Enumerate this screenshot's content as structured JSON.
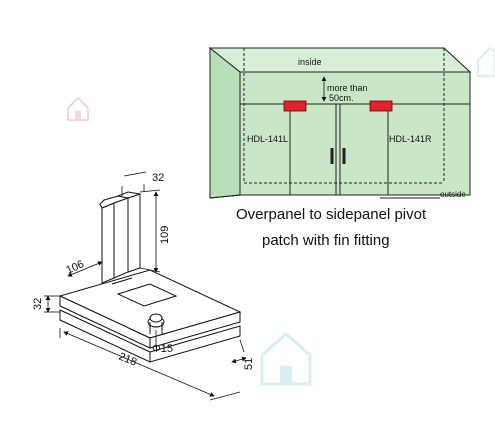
{
  "enclosure": {
    "label_inside": "inside",
    "label_outside": "outside",
    "label_clearance_line1": "more than",
    "label_clearance_line2": "50cm.",
    "label_left_fitting": "HDL-141L",
    "label_right_fitting": "HDL-141R",
    "glass_color": "#c9e7c7",
    "fitting_color": "#e0222a"
  },
  "caption": {
    "line1": "Overpanel to sidepanel pivot",
    "line2": "patch with fin fitting"
  },
  "dimensions": {
    "height": "109",
    "top_thickness": "32",
    "fin_depth": "106",
    "base_thickness": "32",
    "length": "218",
    "pivot_diameter": "Φ15",
    "end_width": "51"
  }
}
